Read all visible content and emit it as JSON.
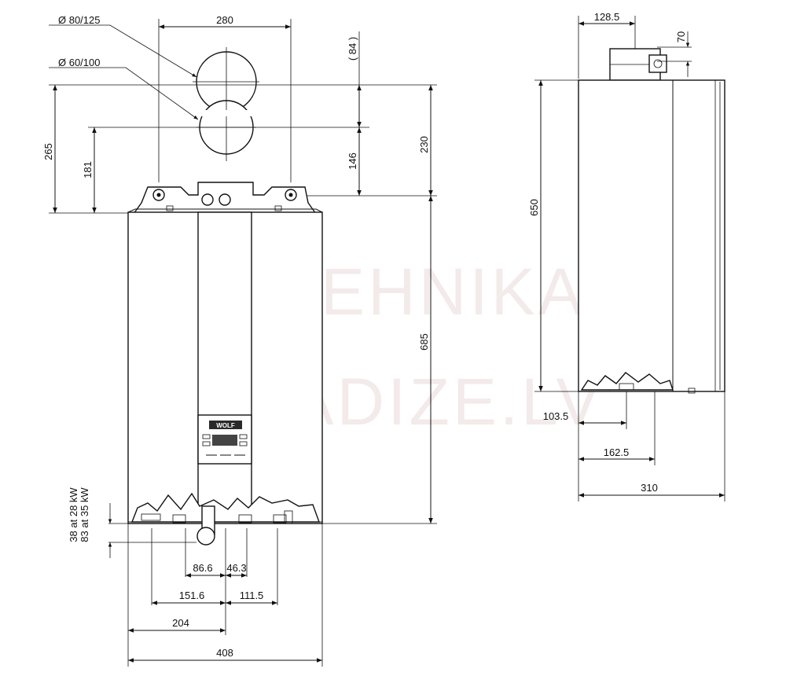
{
  "watermark": {
    "line1": "SANTEHNIKAS",
    "line2": "PARADIZE.LV"
  },
  "front_view": {
    "flue_labels": {
      "d80": "Ø 80/125",
      "d60": "Ø 60/100"
    },
    "dims": {
      "flue_spacing": "280",
      "top_offset": "( 84 )",
      "h146": "146",
      "h230": "230",
      "h265": "265",
      "h181": "181",
      "height": "685",
      "w86": "86.6",
      "w46": "46.3",
      "w151": "151.6",
      "w111": "111.5",
      "w204": "204",
      "width": "408"
    },
    "bottom_note": {
      "line1": "38 at 28 kW",
      "line2": "83 at 35 kW"
    },
    "brand": "WOLF"
  },
  "side_view": {
    "dims": {
      "top_w": "128.5",
      "top_h": "70",
      "height": "650",
      "d103": "103.5",
      "d162": "162.5",
      "depth": "310"
    }
  }
}
